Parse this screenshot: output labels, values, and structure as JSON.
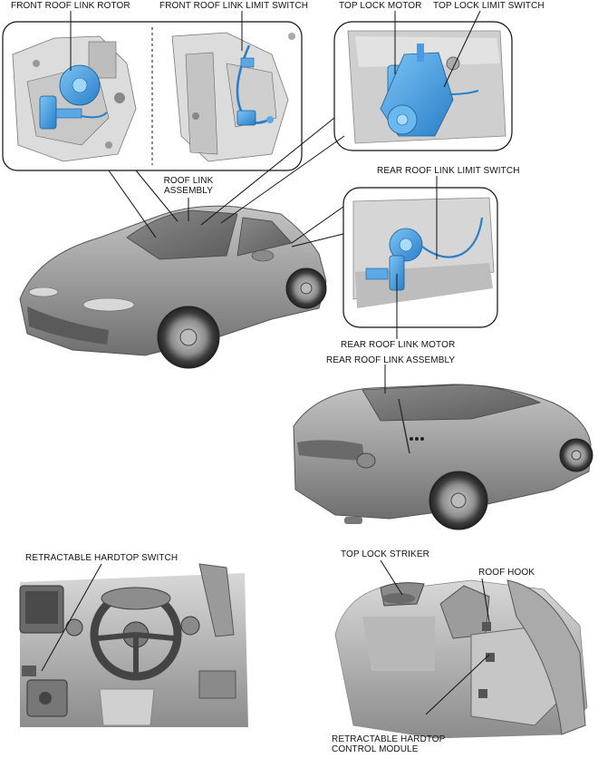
{
  "labels": {
    "front_roof_link_rotor": "FRONT ROOF LINK ROTOR",
    "front_roof_link_limit_switch": "FRONT ROOF LINK LIMIT SWITCH",
    "top_lock_motor": "TOP LOCK MOTOR",
    "top_lock_limit_switch": "TOP LOCK LIMIT SWITCH",
    "rear_roof_link_limit_switch": "REAR ROOF LINK LIMIT SWITCH",
    "roof_link_assembly_line1": "ROOF LINK",
    "roof_link_assembly_line2": "ASSEMBLY",
    "rear_roof_link_motor": "REAR ROOF LINK MOTOR",
    "rear_roof_link_assembly": "REAR ROOF LINK ASSEMBLY",
    "retractable_hardtop_switch": "RETRACTABLE HARDTOP SWITCH",
    "top_lock_striker": "TOP LOCK STRIKER",
    "roof_hook": "ROOF HOOK",
    "control_module_line1": "RETRACTABLE HARDTOP",
    "control_module_line2": "CONTROL MODULE"
  },
  "colors": {
    "component_blue": "#3a9ae0",
    "body_gray": "#9a9a9a",
    "line": "#111111",
    "background": "#ffffff"
  }
}
